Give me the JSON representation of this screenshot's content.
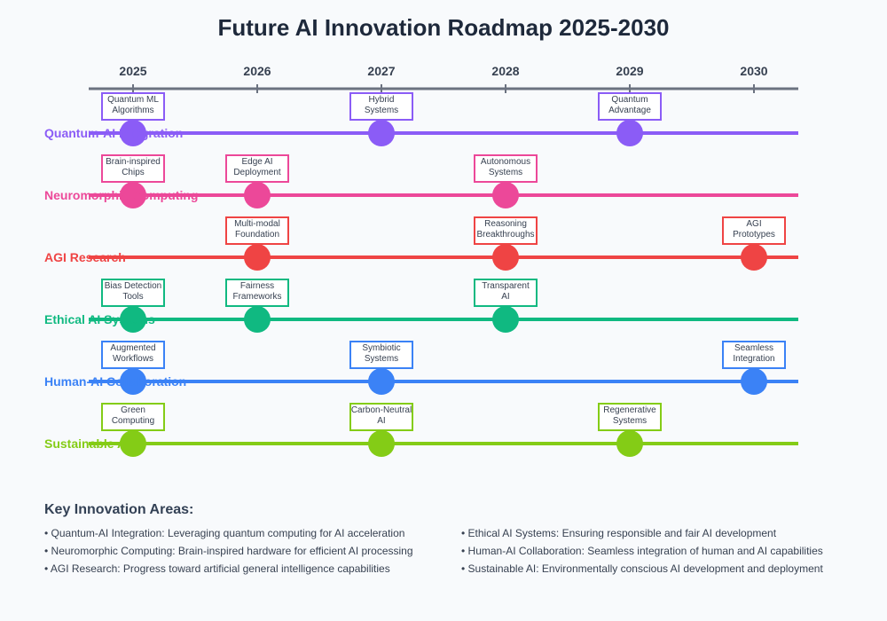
{
  "title": "Future AI Innovation Roadmap 2025-2030",
  "years": [
    "2025",
    "2026",
    "2027",
    "2028",
    "2029",
    "2030"
  ],
  "axis_color": "#6b7280",
  "tracks": [
    {
      "name": "Quantum-AI Integration",
      "color": "#8b5cf6",
      "milestones": [
        {
          "year_index": 0,
          "lines": [
            "Quantum ML",
            "Algorithms"
          ]
        },
        {
          "year_index": 2,
          "lines": [
            "Hybrid",
            "Systems"
          ]
        },
        {
          "year_index": 4,
          "lines": [
            "Quantum",
            "Advantage"
          ]
        }
      ]
    },
    {
      "name": "Neuromorphic Computing",
      "color": "#ec4899",
      "milestones": [
        {
          "year_index": 0,
          "lines": [
            "Brain-inspired",
            "Chips"
          ]
        },
        {
          "year_index": 1,
          "lines": [
            "Edge AI",
            "Deployment"
          ]
        },
        {
          "year_index": 3,
          "lines": [
            "Autonomous",
            "Systems"
          ]
        }
      ]
    },
    {
      "name": "AGI Research",
      "color": "#ef4444",
      "milestones": [
        {
          "year_index": 1,
          "lines": [
            "Multi-modal",
            "Foundation"
          ]
        },
        {
          "year_index": 3,
          "lines": [
            "Reasoning",
            "Breakthroughs"
          ]
        },
        {
          "year_index": 5,
          "lines": [
            "AGI",
            "Prototypes"
          ]
        }
      ]
    },
    {
      "name": "Ethical AI Systems",
      "color": "#10b981",
      "milestones": [
        {
          "year_index": 0,
          "lines": [
            "Bias Detection",
            "Tools"
          ]
        },
        {
          "year_index": 1,
          "lines": [
            "Fairness",
            "Frameworks"
          ]
        },
        {
          "year_index": 3,
          "lines": [
            "Transparent",
            "AI"
          ]
        }
      ]
    },
    {
      "name": "Human-AI Collaboration",
      "color": "#3b82f6",
      "milestones": [
        {
          "year_index": 0,
          "lines": [
            "Augmented",
            "Workflows"
          ]
        },
        {
          "year_index": 2,
          "lines": [
            "Symbiotic",
            "Systems"
          ]
        },
        {
          "year_index": 5,
          "lines": [
            "Seamless",
            "Integration"
          ]
        }
      ]
    },
    {
      "name": "Sustainable AI",
      "color": "#84cc16",
      "milestones": [
        {
          "year_index": 0,
          "lines": [
            "Green",
            "Computing"
          ]
        },
        {
          "year_index": 2,
          "lines": [
            "Carbon-Neutral",
            "AI"
          ]
        },
        {
          "year_index": 4,
          "lines": [
            "Regenerative",
            "Systems"
          ]
        }
      ]
    }
  ],
  "key": {
    "title": "Key Innovation Areas:",
    "left": [
      "• Quantum-AI Integration: Leveraging quantum computing for AI acceleration",
      "• Neuromorphic Computing: Brain-inspired hardware for efficient AI processing",
      "• AGI Research: Progress toward artificial general intelligence capabilities"
    ],
    "right": [
      "• Ethical AI Systems: Ensuring responsible and fair AI development",
      "• Human-AI Collaboration: Seamless integration of human and AI capabilities",
      "• Sustainable AI: Environmentally conscious AI development and deployment"
    ]
  }
}
